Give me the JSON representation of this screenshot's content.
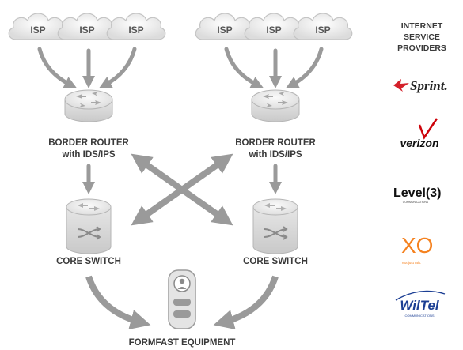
{
  "isp_clusters": [
    {
      "clouds": [
        "ISP",
        "ISP",
        "ISP"
      ]
    },
    {
      "clouds": [
        "ISP",
        "ISP",
        "ISP"
      ]
    }
  ],
  "routers": [
    {
      "line1": "BORDER ROUTER",
      "line2": "with IDS/IPS"
    },
    {
      "line1": "BORDER ROUTER",
      "line2": "with IDS/IPS"
    }
  ],
  "switches": [
    {
      "label": "CORE SWITCH"
    },
    {
      "label": "CORE SWITCH"
    }
  ],
  "equipment": {
    "label": "FORMFAST EQUIPMENT"
  },
  "providers": {
    "title": [
      "INTERNET",
      "SERVICE",
      "PROVIDERS"
    ],
    "logos": [
      {
        "name": "sprint-logo",
        "text": "Sprint."
      },
      {
        "name": "verizon-logo",
        "text": "verizon"
      },
      {
        "name": "level3-logo",
        "text": "Level(3)",
        "sub": "COMMUNICATIONS"
      },
      {
        "name": "xo-logo",
        "text": "XO",
        "sub": "Not just talk."
      },
      {
        "name": "wiltel-logo",
        "text": "WilTel",
        "sub": "COMMUNICATIONS"
      }
    ]
  },
  "colors": {
    "arrow": "#9a9a9a",
    "cloud_fill": "#ececec",
    "cloud_stroke": "#c4c4c4",
    "text": "#3a3a3a",
    "sprint_red": "#d4202a",
    "verizon_red": "#cd040b",
    "xo_orange": "#f58220",
    "wiltel_blue": "#1c3f94"
  }
}
